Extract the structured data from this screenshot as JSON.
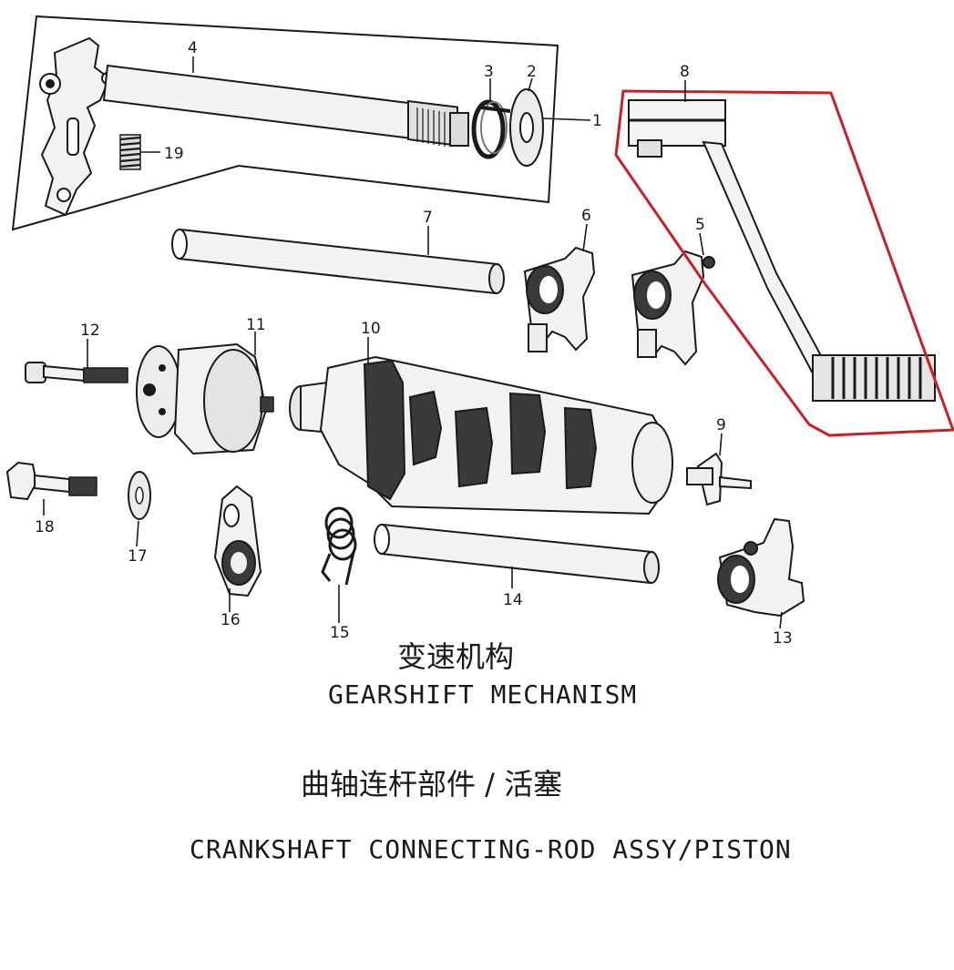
{
  "diagram": {
    "callouts": [
      "1",
      "2",
      "3",
      "4",
      "5",
      "6",
      "7",
      "8",
      "9",
      "10",
      "11",
      "12",
      "13",
      "14",
      "15",
      "16",
      "17",
      "18",
      "19"
    ],
    "caption_cn": "变速机构",
    "caption_en": "GEARSHIFT MECHANISM",
    "section_cn": "曲轴连杆部件 / 活塞",
    "section_en": "CRANKSHAFT CONNECTING-ROD ASSY/PISTON",
    "highlight_color": "#c8202a",
    "line_color": "#1a1a1a"
  }
}
